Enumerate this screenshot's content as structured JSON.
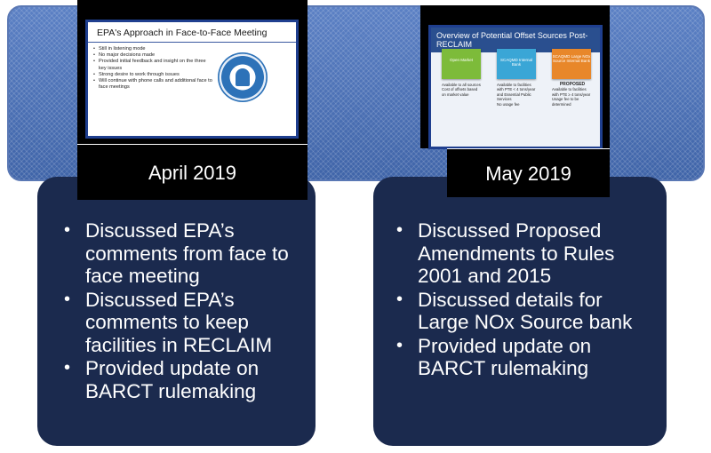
{
  "slides": [
    {
      "date": "April 2019",
      "thumb": {
        "title": "EPA's Approach in Face-to-Face Meeting",
        "bullets": [
          "Still in listening mode",
          "No major decisions made",
          "Provided initial feedback and insight on the three key issues",
          "Strong desire to work through issues",
          "Will continue with phone calls and additional face to face meetings"
        ]
      },
      "panel_bullets": [
        "Discussed EPA’s comments from face to face meeting",
        "Discussed EPA’s comments to keep facilities in RECLAIM",
        "Provided update on BARCT rulemaking"
      ]
    },
    {
      "date": "May 2019",
      "thumb": {
        "title": "Overview of Potential Offset Sources Post-RECLAIM",
        "columns": [
          {
            "box": "Open Market",
            "color": "#7dbb3a",
            "label": "",
            "items": [
              "Available to all sources",
              "Cost of offsets based on market value"
            ]
          },
          {
            "box": "SCAQMD Internal Bank",
            "color": "#3aa6d6",
            "label": "",
            "items": [
              "Available to facilities with PTE < 4 tons/year and Essential Public Services",
              "No usage fee"
            ]
          },
          {
            "box": "SCAQMD Large NOx Source Internal Bank",
            "color": "#e8872a",
            "label": "PROPOSED",
            "items": [
              "Available to facilities with PTE ≥ 4 tons/year",
              "Usage fee to be determined"
            ]
          }
        ]
      },
      "panel_bullets": [
        "Discussed Proposed Amendments to Rules 2001 and 2015",
        "Discussed details for Large NOx Source bank",
        "Provided update on BARCT rulemaking"
      ]
    }
  ],
  "colors": {
    "panel": "#1b2a4e",
    "band": "#4a6fb5",
    "slide_border": "#1f3f8f"
  }
}
